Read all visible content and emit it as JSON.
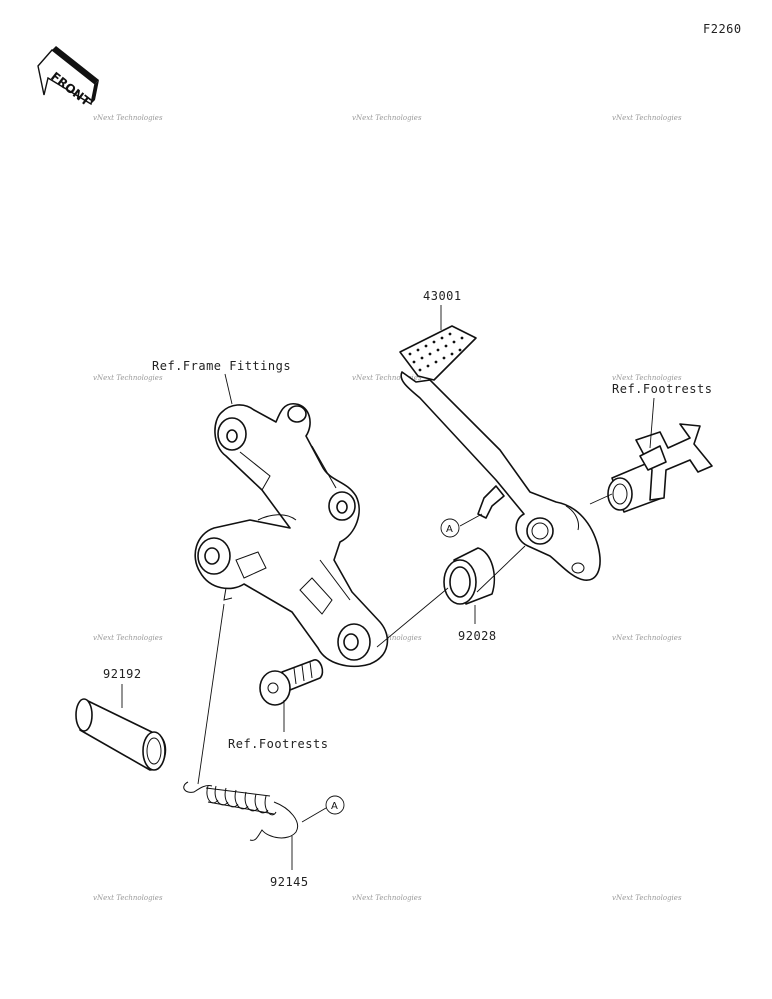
{
  "diagram_code": "F2260",
  "front_badge": "FRONT",
  "watermark": "vNext Technologies",
  "parts": [
    {
      "part_number": "43001"
    },
    {
      "part_number": "92028"
    },
    {
      "part_number": "92192"
    },
    {
      "part_number": "92145"
    }
  ],
  "references": {
    "frame_fittings": "Ref.Frame Fittings",
    "footrests_upper": "Ref.Footrests",
    "footrests_lower": "Ref.Footrests"
  },
  "callout_letter": "A"
}
